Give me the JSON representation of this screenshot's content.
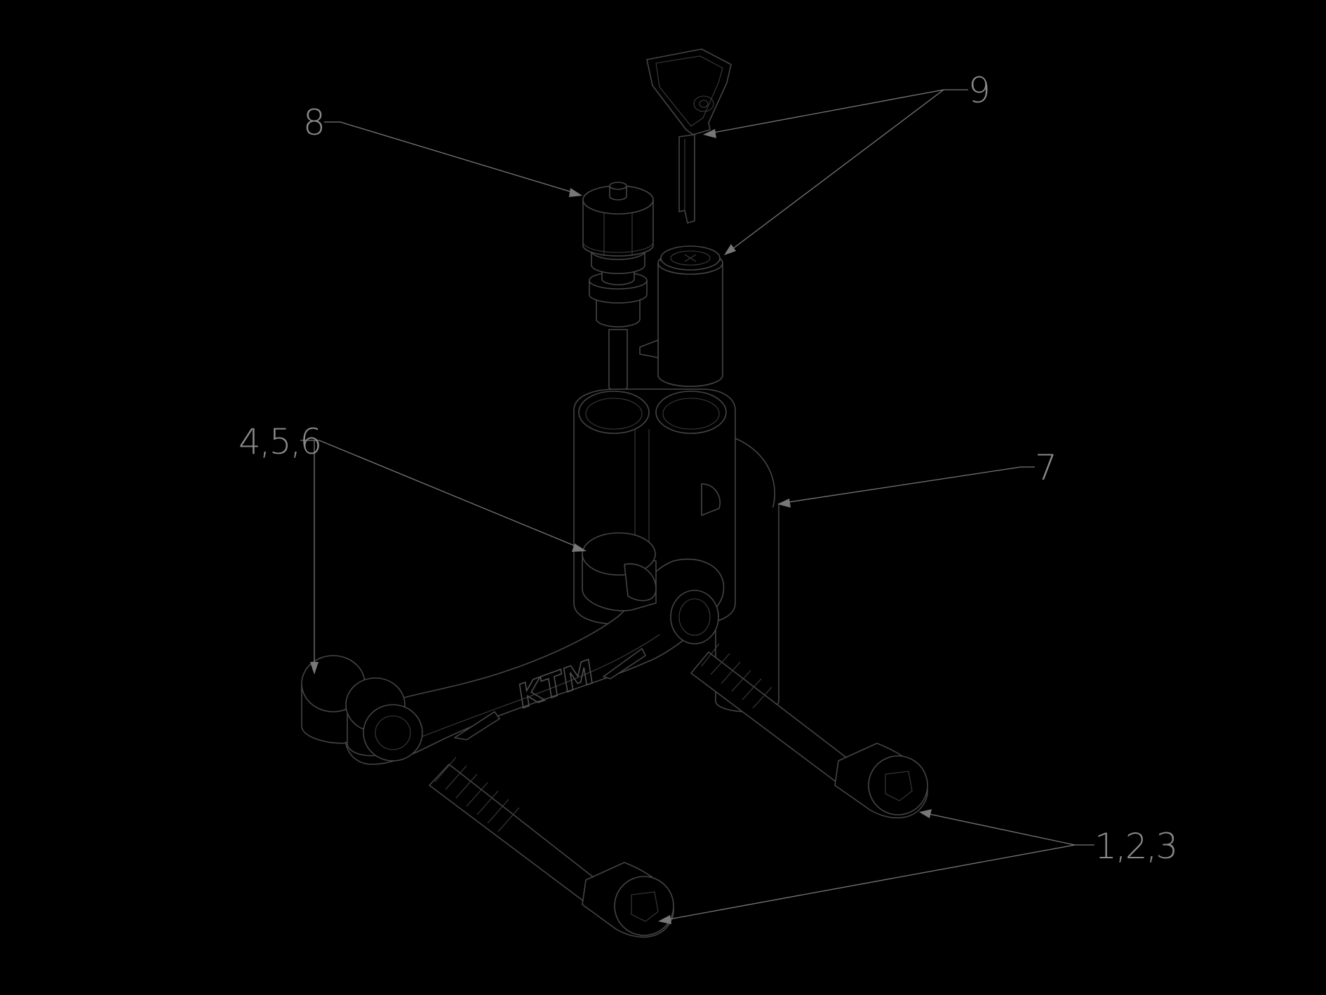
{
  "callouts": {
    "c1": "8",
    "c2": "9",
    "c3": "4,5,6",
    "c4": "7",
    "c5": "1,2,3"
  },
  "logo": {
    "text": "KTM"
  },
  "colors": {
    "background": "#000000",
    "lines": "#454545",
    "leaders": "#777777",
    "callout_text": "#8a8a8a"
  }
}
